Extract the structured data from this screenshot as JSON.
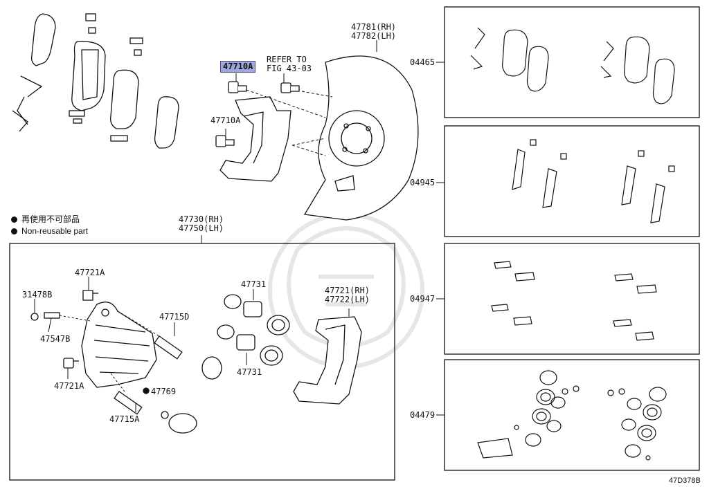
{
  "legend": {
    "line1": "再使用不可部品",
    "line2": "Non-reusable part"
  },
  "labels": {
    "dust_cover_rh": "47781(RH)",
    "dust_cover_lh": "47782(LH)",
    "bolt_highlight": "47710A",
    "refer_1": "REFER TO",
    "refer_2": "FIG 43-03",
    "bolt_lower": "47710A",
    "caliper_rh": "47730(RH)",
    "caliper_lh": "47750(LH)",
    "bolt_721a_top": "47721A",
    "cap_31478b": "31478B",
    "bleeder_47547b": "47547B",
    "bolt_721a_bottom": "47721A",
    "pin_47715d": "47715D",
    "boot_47769": "47769",
    "pin_47715a": "47715A",
    "piston_top": "47731",
    "piston_bottom": "47731",
    "mount_rh": "47721(RH)",
    "mount_lh": "47722(LH)"
  },
  "kits": [
    {
      "code": "04465"
    },
    {
      "code": "04945"
    },
    {
      "code": "04947"
    },
    {
      "code": "04479"
    }
  ],
  "footer": {
    "ref": "47D378B"
  },
  "colors": {
    "highlight": "#9fa6dc",
    "line": "#111111",
    "watermark": "#e4e4e4"
  }
}
